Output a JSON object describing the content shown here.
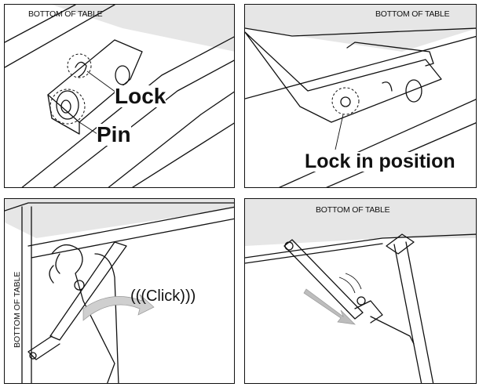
{
  "panels": {
    "p1": {
      "caption": "BOTTOM OF TABLE",
      "label_lock": "Lock",
      "label_pin": "Pin"
    },
    "p2": {
      "caption": "BOTTOM OF TABLE",
      "label_lock_pos": "Lock in position"
    },
    "p3": {
      "caption_vertical": "BOTTOM OF TABLE",
      "click": "(((Click)))"
    },
    "p4": {
      "caption": "BOTTOM OF TABLE"
    }
  }
}
